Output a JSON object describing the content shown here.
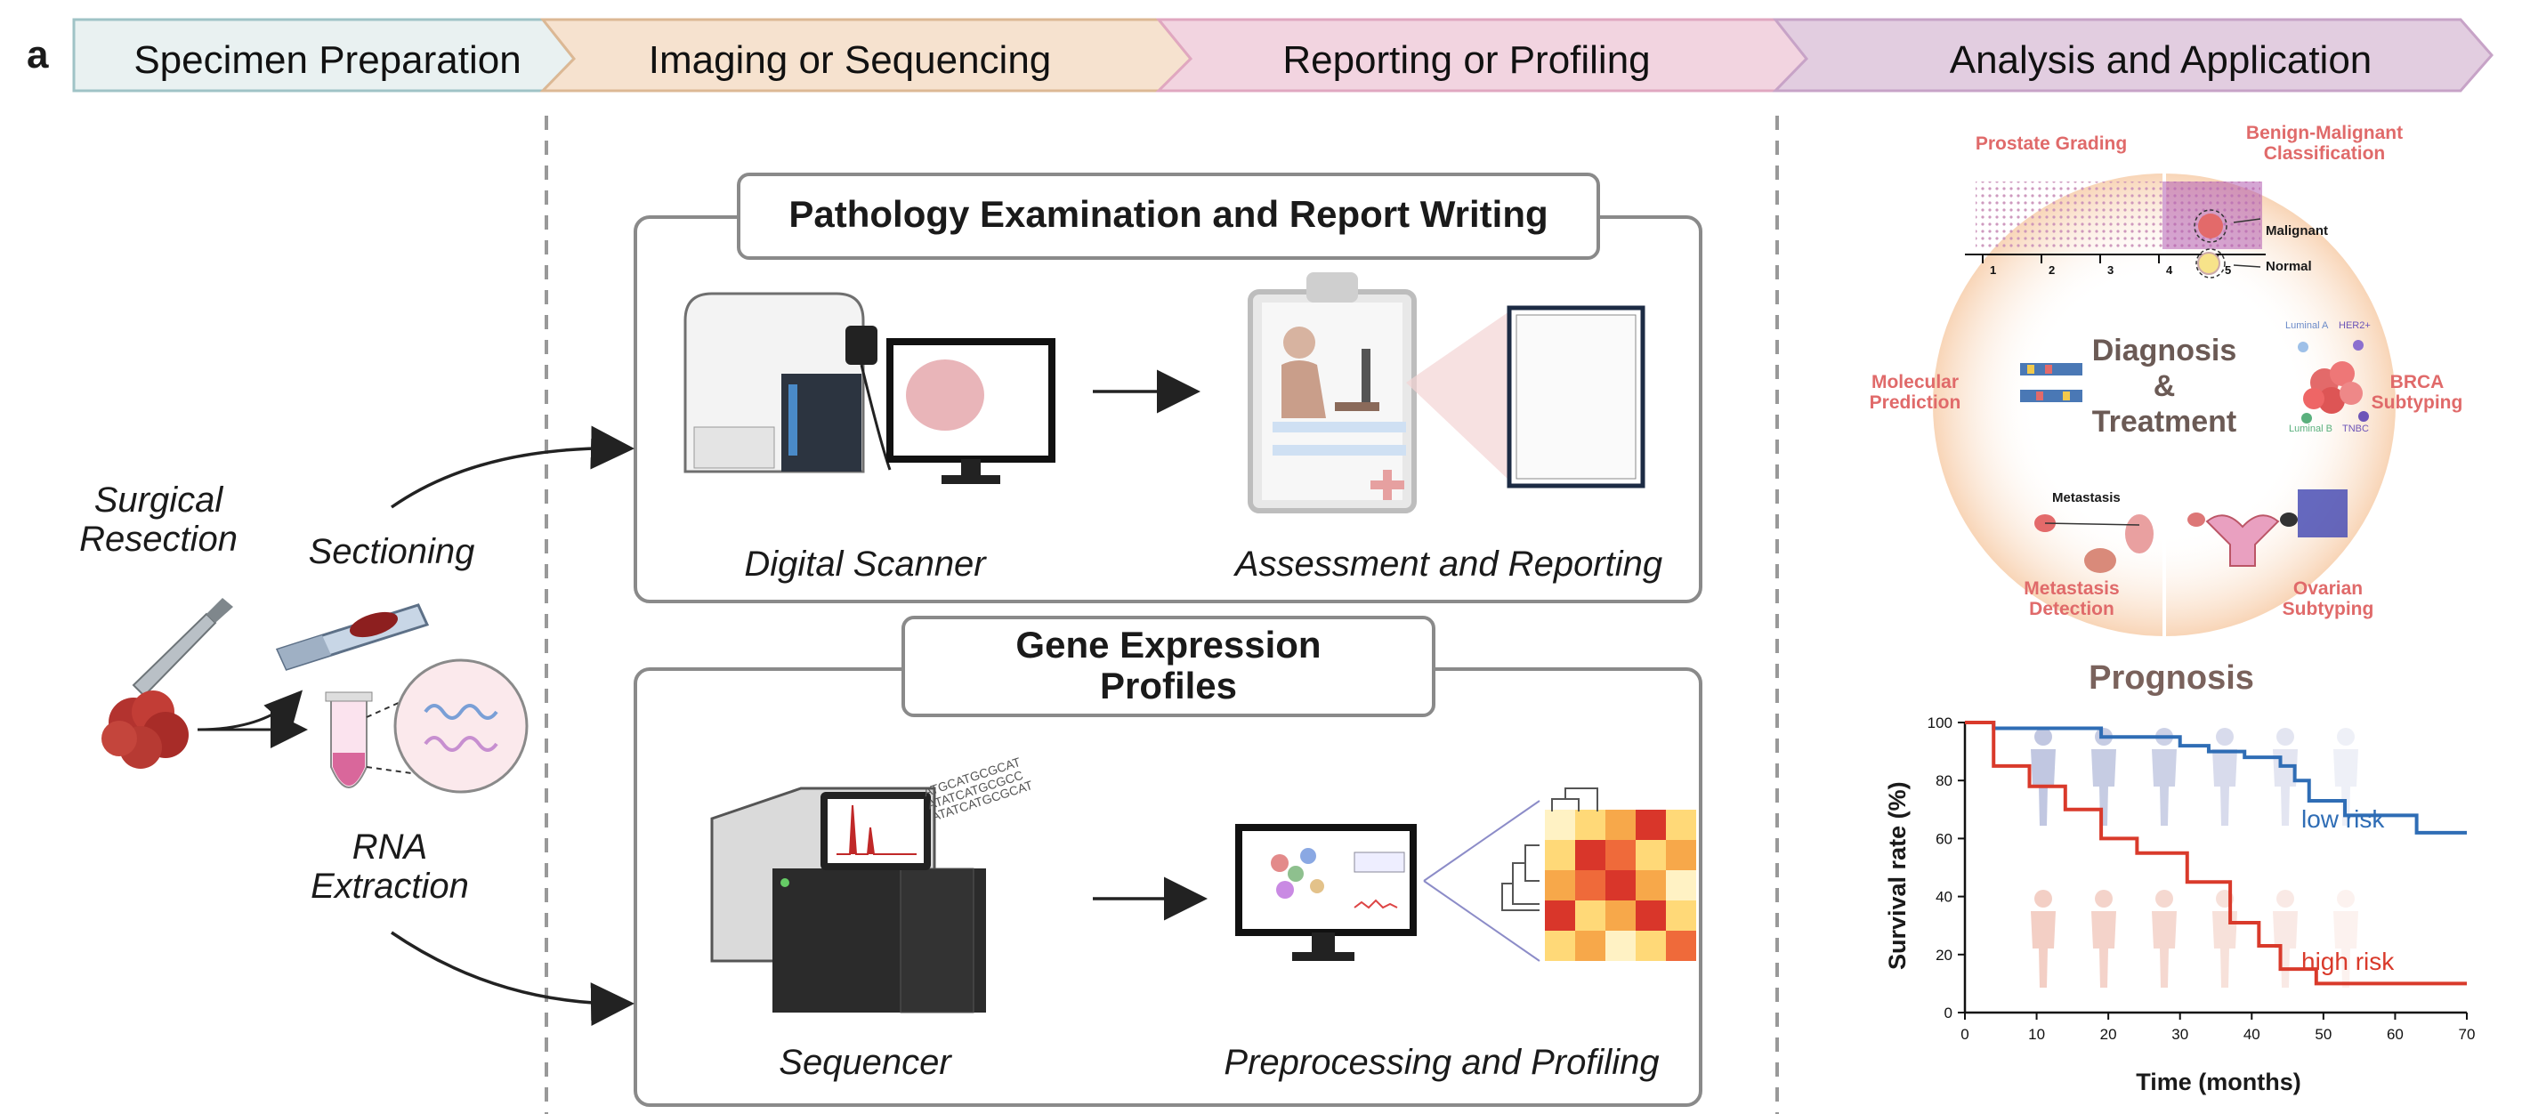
{
  "panel_letter": "a",
  "stages": [
    {
      "label": "Specimen Preparation",
      "fill": "#e9f1f1"
    },
    {
      "label": "Imaging or Sequencing",
      "fill": "#f6e2cf"
    },
    {
      "label": "Reporting or Profiling",
      "fill": "#f2d4e0"
    },
    {
      "label": "Analysis and Application",
      "fill": "#e2cde0"
    }
  ],
  "specimen": {
    "surgical": "Surgical\nResection",
    "sectioning": "Sectioning",
    "rna": "RNA\nExtraction"
  },
  "pathology": {
    "title": "Pathology Examination and Report Writing",
    "scanner": "Digital Scanner",
    "assessment": "Assessment and Reporting"
  },
  "gene": {
    "title": "Gene Expression\nProfiles",
    "sequencer": "Sequencer",
    "preprocessing": "Preprocessing and Profiling",
    "sequence_text": [
      "ATGCATGCGCAT",
      "ATATCATGCGCC",
      "ATATCATGCGCAT"
    ]
  },
  "diagnosis": {
    "center": "Diagnosis\n&\nTreatment",
    "prostate": "Prostate Grading",
    "grades": [
      "1",
      "2",
      "3",
      "4",
      "5"
    ],
    "benign": "Benign-Malignant\nClassification",
    "malignant": "Malignant",
    "normal": "Normal",
    "molecular": "Molecular\nPrediction",
    "brca": "BRCA\nSubtyping",
    "luminal_a": "Luminal A",
    "her2": "HER2+",
    "luminal_b": "Luminal B",
    "tnbc": "TNBC",
    "metastasis_small": "Metastasis",
    "metastasis": "Metastasis\nDetection",
    "ovarian": "Ovarian\nSubtyping"
  },
  "prognosis": {
    "title": "Prognosis",
    "chart_data": {
      "type": "line",
      "xlabel": "Time (months)",
      "ylabel": "Survival rate (%)",
      "xlim": [
        0,
        70
      ],
      "ylim": [
        0,
        100
      ],
      "xticks": [
        0,
        10,
        20,
        30,
        40,
        50,
        60,
        70
      ],
      "yticks": [
        0,
        20,
        40,
        60,
        80,
        100
      ],
      "series": [
        {
          "name": "low risk",
          "color": "#2f6db5",
          "step": true,
          "x": [
            0,
            4,
            4,
            19,
            19,
            30,
            30,
            34,
            34,
            39,
            39,
            44,
            44,
            46,
            46,
            48,
            48,
            53,
            53,
            63,
            63,
            70
          ],
          "y": [
            100,
            100,
            98,
            98,
            95,
            95,
            92,
            92,
            90,
            90,
            88,
            88,
            85,
            85,
            80,
            80,
            73,
            73,
            68,
            68,
            62,
            62
          ]
        },
        {
          "name": "high risk",
          "color": "#d93a2b",
          "step": true,
          "x": [
            0,
            4,
            4,
            9,
            9,
            14,
            14,
            19,
            19,
            24,
            24,
            31,
            31,
            37,
            37,
            41,
            41,
            44,
            44,
            49,
            49,
            70
          ],
          "y": [
            100,
            100,
            85,
            85,
            78,
            78,
            70,
            70,
            60,
            60,
            55,
            55,
            45,
            45,
            31,
            31,
            23,
            23,
            15,
            15,
            10,
            10
          ]
        }
      ]
    }
  }
}
